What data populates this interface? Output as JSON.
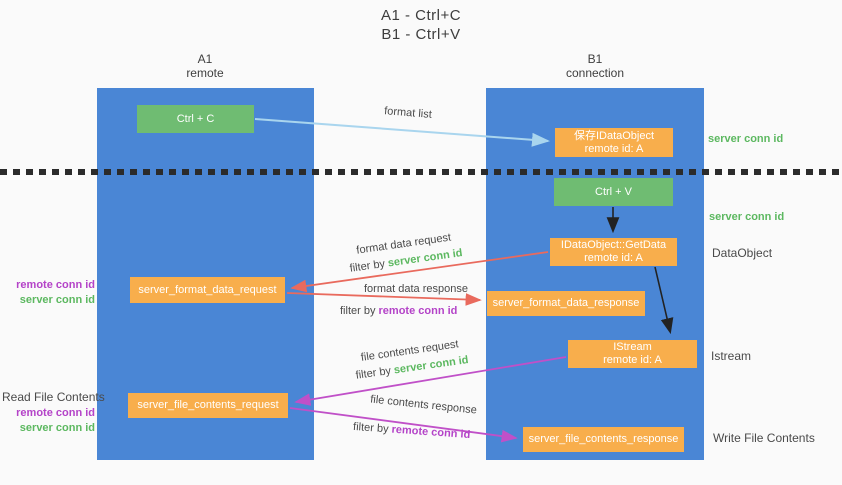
{
  "title": {
    "line1": "A1 - Ctrl+C",
    "line2": "B1 - Ctrl+V"
  },
  "lanes": {
    "left": {
      "name": "A1",
      "subtitle": "remote"
    },
    "right": {
      "name": "B1",
      "subtitle": "connection"
    }
  },
  "nodes": {
    "ctrl_c": {
      "label": "Ctrl + C"
    },
    "ctrl_v": {
      "label": "Ctrl + V"
    },
    "save_idataobject": {
      "line1": "保存IDataObject",
      "line2": "remote id: A"
    },
    "getdata": {
      "line1": "IDataObject::GetData",
      "line2": "remote id: A"
    },
    "istream": {
      "line1": "IStream",
      "line2": "remote id: A"
    },
    "format_request": {
      "label": "server_format_data_request"
    },
    "format_response": {
      "label": "server_format_data_response"
    },
    "file_request": {
      "label": "server_file_contents_request"
    },
    "file_response": {
      "label": "server_file_contents_response"
    }
  },
  "arrow_labels": {
    "format_list": "format list",
    "format_data_request": "format data request",
    "format_data_response": "format data response",
    "file_contents_request": "file contents request",
    "file_contents_response": "file contents response",
    "filter_by": "filter by",
    "server_conn_id": "server conn id",
    "remote_conn_id": "remote conn id"
  },
  "side_right": {
    "server_conn_id_top": "server conn id",
    "server_conn_id_mid": "server conn id",
    "dataobject": "DataObject",
    "istream": "Istream",
    "write_file_contents": "Write File Contents"
  },
  "side_left": {
    "remote_conn_id_top": "remote conn id",
    "server_conn_id_top": "server conn id",
    "read_file_contents": "Read File Contents",
    "remote_conn_id_bottom": "remote conn id",
    "server_conn_id_bottom": "server conn id"
  },
  "colors": {
    "lane_blue": "#4a86d5",
    "node_green": "#6fbc72",
    "node_orange": "#f8ae4c",
    "arrow_red": "#e96a5d",
    "arrow_purple": "#c050c8",
    "arrow_lightblue": "#a9d5ee",
    "arrow_black": "#222222",
    "text_green": "#5cb860",
    "text_purple": "#b443c8"
  }
}
